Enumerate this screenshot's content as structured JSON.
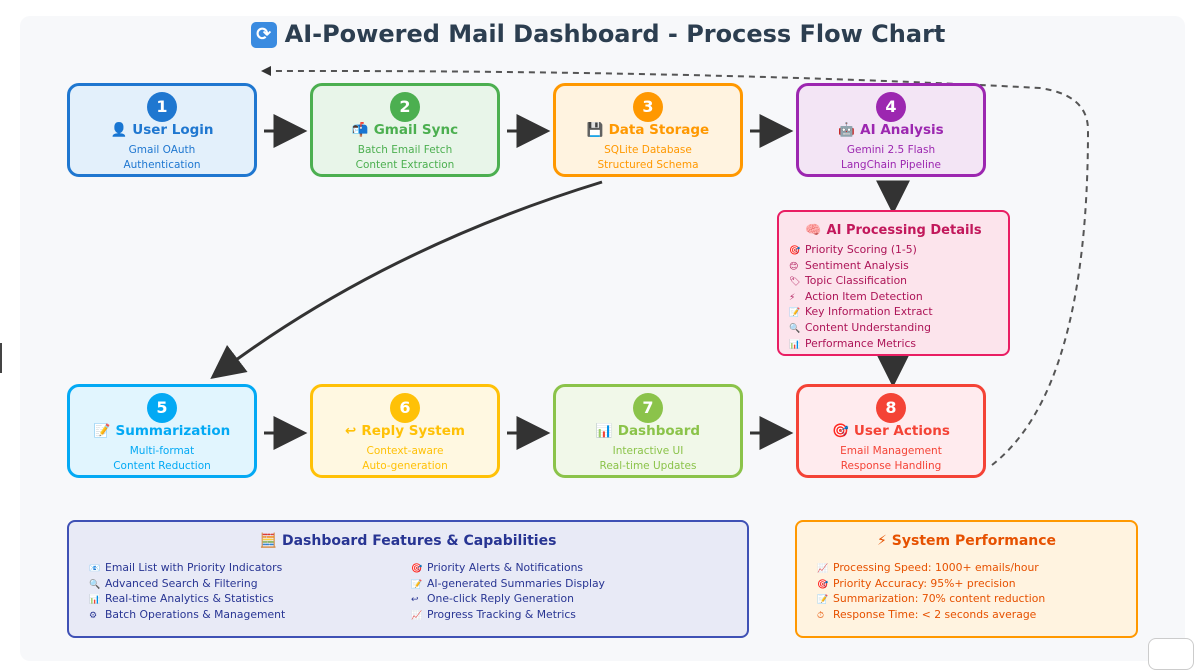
{
  "title": "AI-Powered Mail Dashboard - Process Flow Chart",
  "title_icon": "refresh-icon",
  "nodes": [
    {
      "num": "1",
      "label": "User Login",
      "icon": "user-icon",
      "glyph": "👤",
      "line1": "Gmail OAuth",
      "line2": "Authentication",
      "color": "#1f77d0",
      "fill": "#e3f0fb"
    },
    {
      "num": "2",
      "label": "Gmail Sync",
      "icon": "mailbox-icon",
      "glyph": "📬",
      "line1": "Batch Email Fetch",
      "line2": "Content Extraction",
      "color": "#4caf50",
      "fill": "#e8f5e9"
    },
    {
      "num": "3",
      "label": "Data Storage",
      "icon": "floppy-disk-icon",
      "glyph": "💾",
      "line1": "SQLite Database",
      "line2": "Structured Schema",
      "color": "#ff9800",
      "fill": "#fff3e0"
    },
    {
      "num": "4",
      "label": "AI Analysis",
      "icon": "robot-icon",
      "glyph": "🤖",
      "line1": "Gemini 2.5 Flash",
      "line2": "LangChain Pipeline",
      "color": "#9c27b0",
      "fill": "#f3e5f5"
    },
    {
      "num": "5",
      "label": "Summarization",
      "icon": "memo-icon",
      "glyph": "📝",
      "line1": "Multi-format",
      "line2": "Content Reduction",
      "color": "#03a9f4",
      "fill": "#e1f5fe"
    },
    {
      "num": "6",
      "label": "Reply System",
      "icon": "reply-icon",
      "glyph": "↩",
      "line1": "Context-aware",
      "line2": "Auto-generation",
      "color": "#ffc107",
      "fill": "#fff8e1"
    },
    {
      "num": "7",
      "label": "Dashboard",
      "icon": "bar-chart-icon",
      "glyph": "📊",
      "line1": "Interactive UI",
      "line2": "Real-time Updates",
      "color": "#8bc34a",
      "fill": "#f1f8e9"
    },
    {
      "num": "8",
      "label": "User Actions",
      "icon": "target-icon",
      "glyph": "🎯",
      "line1": "Email Management",
      "line2": "Response Handling",
      "color": "#f44336",
      "fill": "#ffebee"
    }
  ],
  "ai_details": {
    "title": "AI Processing Details",
    "icon": "brain-icon",
    "items": [
      {
        "icon": "target-icon",
        "glyph": "🎯",
        "text": "Priority Scoring (1-5)"
      },
      {
        "icon": "smile-icon",
        "glyph": "😊",
        "text": "Sentiment Analysis"
      },
      {
        "icon": "tag-icon",
        "glyph": "🏷",
        "text": "Topic Classification"
      },
      {
        "icon": "lightning-icon",
        "glyph": "⚡",
        "text": "Action Item Detection"
      },
      {
        "icon": "memo-icon",
        "glyph": "📝",
        "text": "Key Information Extract"
      },
      {
        "icon": "magnifier-icon",
        "glyph": "🔍",
        "text": "Content Understanding"
      },
      {
        "icon": "bar-chart-icon",
        "glyph": "📊",
        "text": "Performance Metrics"
      }
    ]
  },
  "features": {
    "title": "Dashboard Features & Capabilities",
    "icon": "calculator-icon",
    "left": [
      {
        "icon": "mailbox-icon",
        "glyph": "📧",
        "text": "Email List with Priority Indicators"
      },
      {
        "icon": "magnifier-icon",
        "glyph": "🔍",
        "text": "Advanced Search & Filtering"
      },
      {
        "icon": "bar-chart-icon",
        "glyph": "📊",
        "text": "Real-time Analytics & Statistics"
      },
      {
        "icon": "gear-icon",
        "glyph": "⚙",
        "text": "Batch Operations & Management"
      }
    ],
    "right": [
      {
        "icon": "target-icon",
        "glyph": "🎯",
        "text": "Priority Alerts & Notifications"
      },
      {
        "icon": "memo-icon",
        "glyph": "📝",
        "text": "AI-generated Summaries Display"
      },
      {
        "icon": "reply-icon",
        "glyph": "↩",
        "text": "One-click Reply Generation"
      },
      {
        "icon": "trend-icon",
        "glyph": "📈",
        "text": "Progress Tracking & Metrics"
      }
    ]
  },
  "performance": {
    "title": "System Performance",
    "icon": "lightning-icon",
    "items": [
      {
        "icon": "trend-icon",
        "glyph": "📈",
        "text": "Processing Speed: 1000+ emails/hour"
      },
      {
        "icon": "target-icon",
        "glyph": "🎯",
        "text": "Priority Accuracy: 95%+ precision"
      },
      {
        "icon": "memo-icon",
        "glyph": "📝",
        "text": "Summarization: 70% content reduction"
      },
      {
        "icon": "stopwatch-icon",
        "glyph": "⏱",
        "text": "Response Time: < 2 seconds average"
      }
    ]
  }
}
